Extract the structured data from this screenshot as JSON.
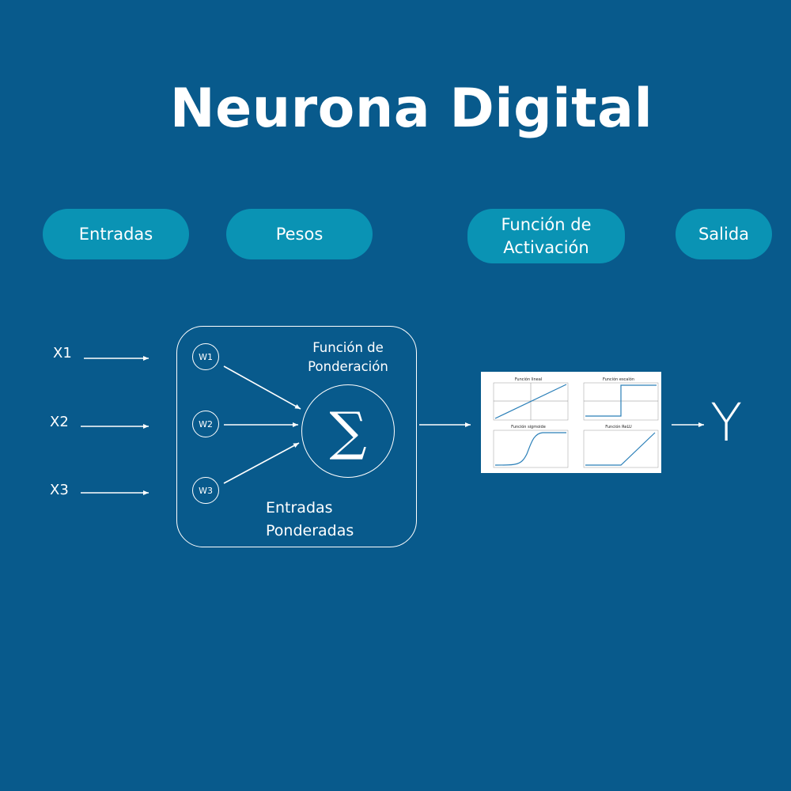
{
  "title": "Neurona Digital",
  "stages": [
    {
      "label": "Entradas"
    },
    {
      "label": "Pesos"
    },
    {
      "label": "Función de\nActivación"
    },
    {
      "label": "Salida"
    }
  ],
  "inputs": [
    "X1",
    "X2",
    "X3"
  ],
  "weights": [
    "W1",
    "W2",
    "W3"
  ],
  "weighting_function_label": "Función de\nPonderación",
  "sum_symbol": "∑",
  "weighted_inputs_label": "Entradas\nPonderadas",
  "output_label": "Y",
  "activation_plots": [
    {
      "title": "Función lineal",
      "shape": "linear"
    },
    {
      "title": "Función escalón",
      "shape": "step"
    },
    {
      "title": "Función sigmoide",
      "shape": "sigmoid"
    },
    {
      "title": "Función ReLU",
      "shape": "relu"
    }
  ],
  "colors": {
    "background": "#085a8c",
    "pill": "#0a93b4",
    "plot_line": "#2a7fb8"
  }
}
